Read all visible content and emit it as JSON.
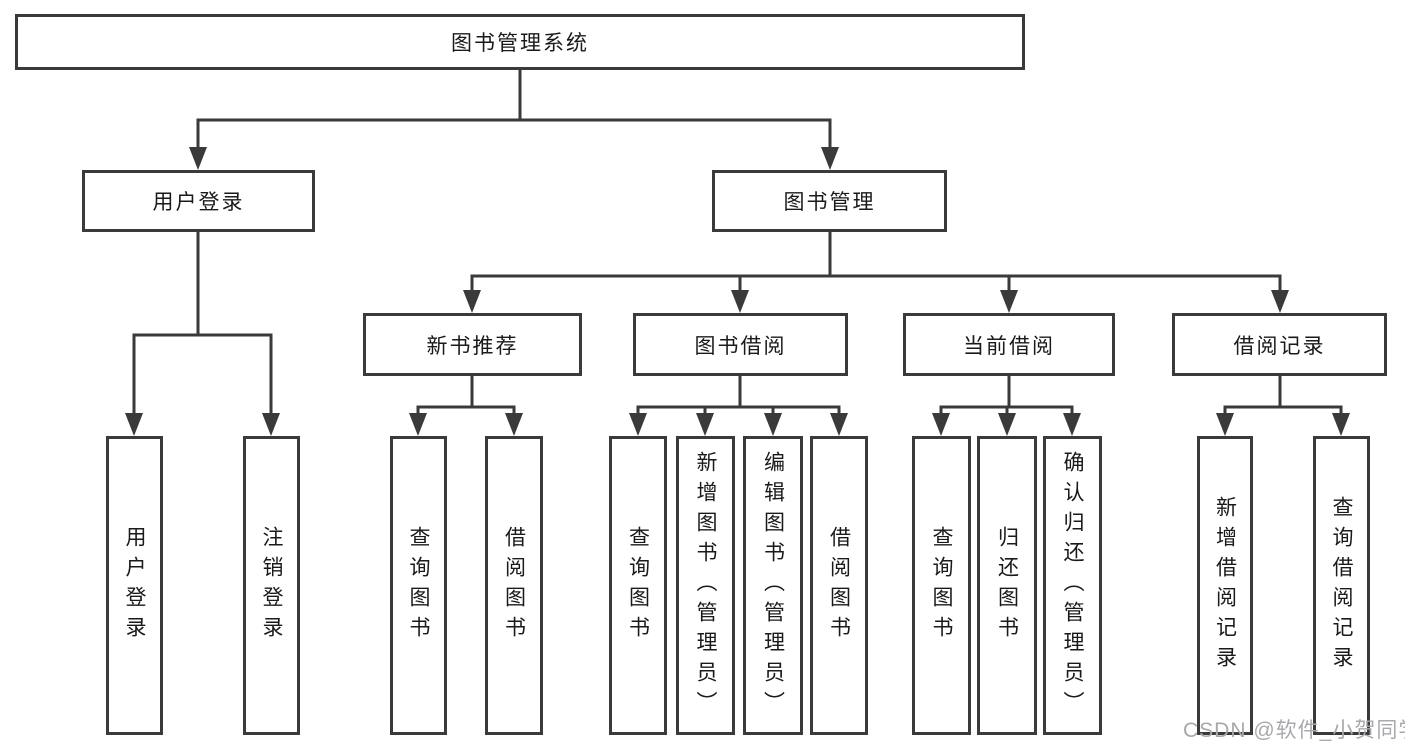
{
  "diagram_title": "图书管理系统",
  "tree": {
    "label": "图书管理系统",
    "children": [
      {
        "label": "用户登录",
        "children": [
          {
            "label": "用户登录"
          },
          {
            "label": "注销登录"
          }
        ]
      },
      {
        "label": "图书管理",
        "children": [
          {
            "label": "新书推荐",
            "children": [
              {
                "label": "查询图书"
              },
              {
                "label": "借阅图书"
              }
            ]
          },
          {
            "label": "图书借阅",
            "children": [
              {
                "label": "查询图书"
              },
              {
                "label": "新增图书（管理员）"
              },
              {
                "label": "编辑图书（管理员）"
              },
              {
                "label": "借阅图书"
              }
            ]
          },
          {
            "label": "当前借阅",
            "children": [
              {
                "label": "查询图书"
              },
              {
                "label": "归还图书"
              },
              {
                "label": "确认归还（管理员）"
              }
            ]
          },
          {
            "label": "借阅记录",
            "children": [
              {
                "label": "新增借阅记录"
              },
              {
                "label": "查询借阅记录"
              }
            ]
          }
        ]
      }
    ]
  },
  "watermark": "CSDN @软件_小贺同学",
  "colors": {
    "line": "#3a3a3a",
    "box_border": "#3a3a3a",
    "box_fill": "#ffffff",
    "text": "#1a1a1a",
    "watermark": "#a9a9ad",
    "background": "#ffffff"
  }
}
